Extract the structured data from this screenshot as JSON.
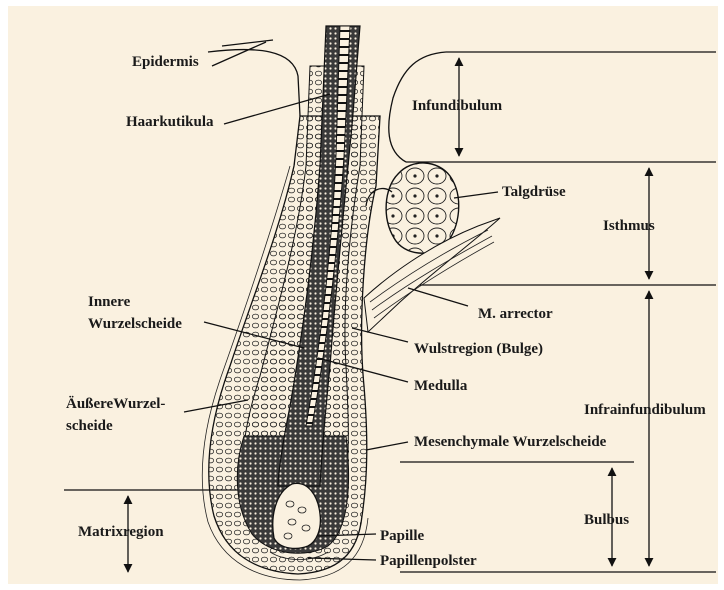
{
  "labels": {
    "epidermis": "Epidermis",
    "haarkutikula": "Haarkutikula",
    "infundibulum": "Infundibulum",
    "talgdruese": "Talgdrüse",
    "isthmus": "Isthmus",
    "innere_line1": "Innere",
    "innere_line2": "Wurzelscheide",
    "m_arrector": "M. arrector",
    "wulstregion": "Wulstregion (Bulge)",
    "medulla": "Medulla",
    "aeussere_line1": "ÄußereWurzel-",
    "aeussere_line2": "scheide",
    "infrainfundibulum": "Infrainfundibulum",
    "mesenchymale": "Mesenchymale Wurzelscheide",
    "matrixregion": "Matrixregion",
    "bulbus": "Bulbus",
    "papille": "Papille",
    "papillenpolster": "Papillenpolster"
  },
  "colors": {
    "background": "#faf1e0",
    "ink": "#111111"
  }
}
